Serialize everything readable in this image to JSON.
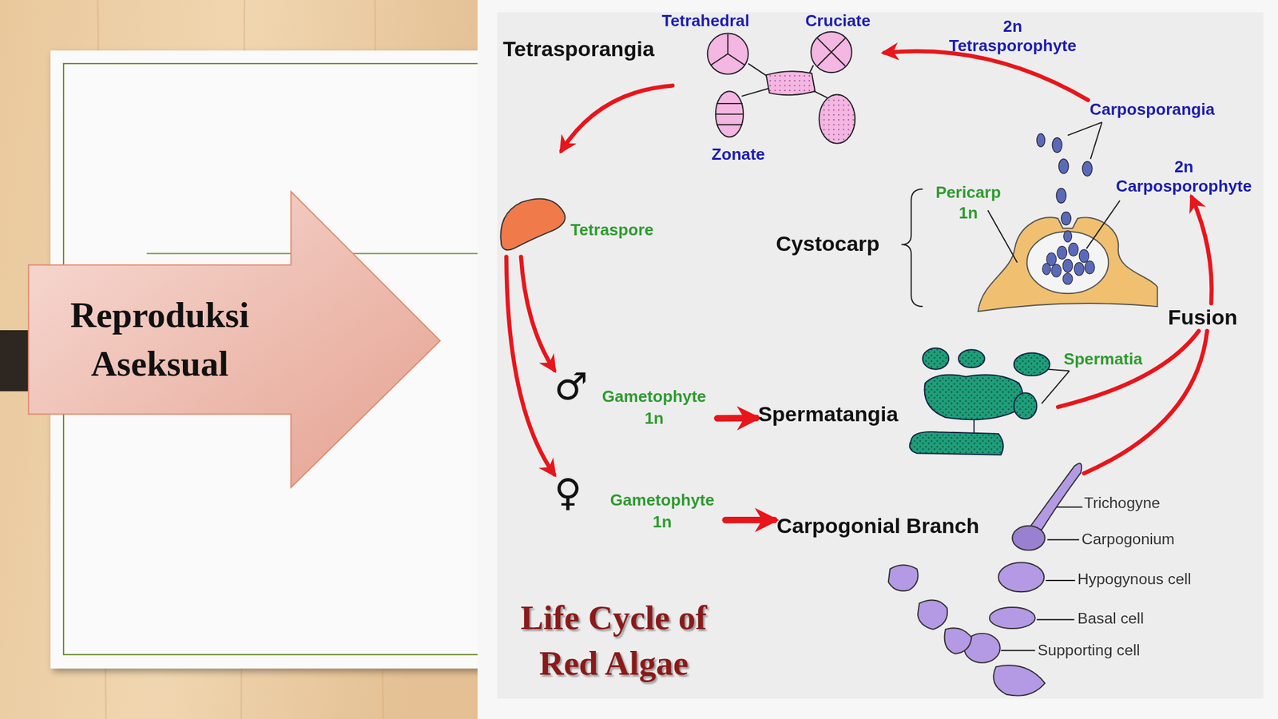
{
  "diagram": {
    "title": "Life Cycle of Red Algae",
    "nodes": [
      {
        "text": [
          "Reproduksi Aseksual"
        ]
      },
      {
        "text": [
          "Tetrasporangia"
        ]
      },
      {
        "text": [
          "Carposporangia"
        ]
      },
      {
        "text": [
          "2n Carposporophyte"
        ]
      },
      {
        "text": [
          "Tetraspore"
        ]
      },
      {
        "text": [
          "Fusion"
        ]
      },
      {
        "text": [
          "♂",
          "Gametophyte 1n"
        ]
      },
      {
        "text": [
          "Spermatangia"
        ]
      },
      {
        "text": [
          "♀",
          "Gametophyte 1n"
        ]
      },
      {
        "text": [
          "Carpogonial Branch"
        ]
      }
    ],
    "edges": [
      {
        "from": 2,
        "to": 1,
        "arrow": "to",
        "label": "2n Tetrasporophyte"
      },
      {
        "from": 1,
        "to": 4,
        "arrow": "to"
      },
      {
        "from": 4,
        "to": 6,
        "arrow": "to"
      },
      {
        "from": 4,
        "to": 8,
        "arrow": "to"
      },
      {
        "from": 6,
        "to": 7,
        "arrow": "to"
      },
      {
        "from": 8,
        "to": 9,
        "arrow": "to"
      },
      {
        "from": 7,
        "to": 5,
        "arrow": "none"
      },
      {
        "from": 9,
        "to": 5,
        "arrow": "none"
      },
      {
        "from": 5,
        "to": 3,
        "arrow": "to"
      }
    ],
    "labels": [
      "Tetrahedral",
      "Cruciate",
      "Zonate",
      "Pericarp 1n",
      "Cystocarp",
      "Spermatia",
      "Trichogyne",
      "Carpogonium",
      "Hypogynous cell",
      "Basal cell",
      "Supporting cell"
    ]
  }
}
